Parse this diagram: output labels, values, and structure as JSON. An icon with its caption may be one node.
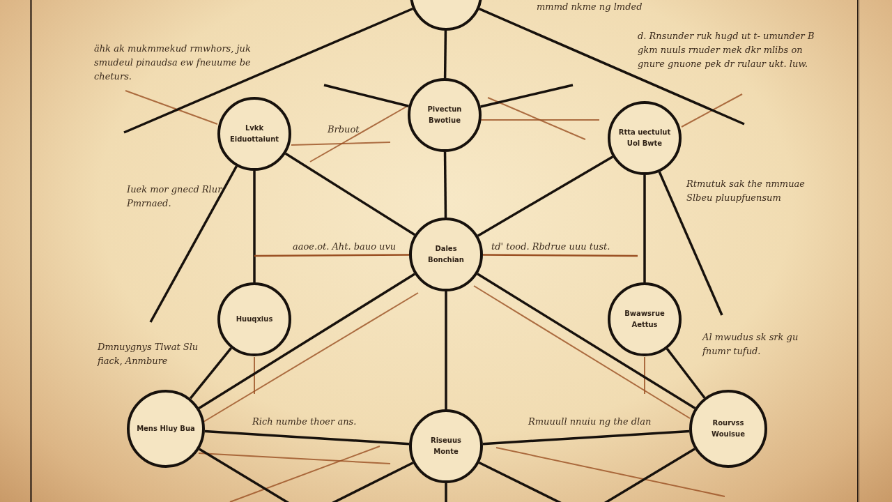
{
  "diagram": {
    "nodes": [
      {
        "text": [],
        "shape": "circle"
      },
      {
        "text": [
          "Lvkk Eiduottaiunt"
        ]
      },
      {
        "text": [
          "Pivectun Bwotiue"
        ]
      },
      {
        "text": [
          "Rtta uectulut Uol Bwte"
        ]
      },
      {
        "text": [
          "Dales Bonchian"
        ]
      },
      {
        "text": [
          "Huuqxius"
        ]
      },
      {
        "text": [
          "Bwawsrue Aettus"
        ]
      },
      {
        "text": [
          "Mens Hluy Bua"
        ]
      },
      {
        "text": [
          "Riseuus Monte"
        ]
      },
      {
        "text": [
          "Rourvss Wouisue"
        ]
      }
    ],
    "edges": [
      {
        "from": 0,
        "to": 2,
        "arrow": "none"
      },
      {
        "from": 0,
        "to": null,
        "arrow": "none"
      },
      {
        "from": 0,
        "to": null,
        "arrow": "none"
      },
      {
        "from": 2,
        "to": 4,
        "arrow": "none"
      },
      {
        "from": 4,
        "to": 8,
        "arrow": "none"
      },
      {
        "from": 8,
        "to": null,
        "arrow": "none"
      },
      {
        "from": 1,
        "to": 4,
        "arrow": "none"
      },
      {
        "from": 3,
        "to": 4,
        "arrow": "none"
      },
      {
        "from": 1,
        "to": 5,
        "arrow": "none"
      },
      {
        "from": 3,
        "to": 6,
        "arrow": "none"
      },
      {
        "from": 1,
        "to": null,
        "arrow": "none"
      },
      {
        "from": 3,
        "to": null,
        "arrow": "none"
      },
      {
        "from": 5,
        "to": 7,
        "arrow": "none"
      },
      {
        "from": 6,
        "to": 9,
        "arrow": "none"
      },
      {
        "from": 4,
        "to": 7,
        "arrow": "none"
      },
      {
        "from": 4,
        "to": 9,
        "arrow": "none"
      },
      {
        "from": 7,
        "to": 8,
        "arrow": "none"
      },
      {
        "from": 8,
        "to": 9,
        "arrow": "none"
      },
      {
        "from": 7,
        "to": null,
        "arrow": "none"
      },
      {
        "from": 8,
        "to": null,
        "arrow": "none"
      },
      {
        "from": 8,
        "to": null,
        "arrow": "none"
      },
      {
        "from": 9,
        "to": null,
        "arrow": "none"
      },
      {
        "from": 2,
        "to": null,
        "arrow": "none"
      },
      {
        "from": 2,
        "to": null,
        "arrow": "none"
      },
      {
        "from": 4,
        "to": null,
        "arrow": "none",
        "color": "#9a4f22"
      },
      {
        "from": 4,
        "to": null,
        "arrow": "none",
        "color": "#9a4f22"
      }
    ],
    "labels": [
      "mmmd nkme ng lmded",
      "d. Rnsunder ruk hugd ut t- umunder B gkm nuuls rnuder mek dkr mlibs on gnure gnuone pek dr rulaur ukt. luw.",
      "ähk ak mukmmekud rmwhors, juk smudeul pinaudsa ew fneuume be cheturs.",
      "Brbuot",
      "Iuek mor gnecd Rlur Pmrnaed.",
      "Rtmutuk sak the nmmuae Slbeu pluupfuensum",
      "aaoe.ot. Aht. bauo uvu",
      "td' tood. Rbdrue uuu tust.",
      "Dmnuygnys Tlwat Slu fiack, Anmbure",
      "Al mwudus sk srk gu fnumr tufud.",
      "Rich numbe thoer ans.",
      "Rmuuull nnuiu ng the dlan"
    ]
  }
}
